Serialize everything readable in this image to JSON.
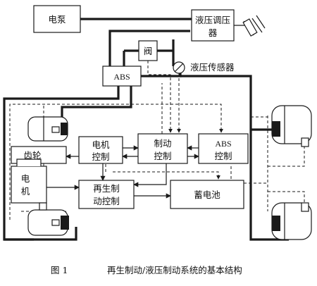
{
  "diagram": {
    "blocks": {
      "pump": "电泵",
      "pressure_regulator_line1": "液压调压",
      "pressure_regulator_line2": "器",
      "valve": "阀",
      "pressure_sensor": "液压传感器",
      "abs": "ABS",
      "gear": "齿轮",
      "motor_line1": "电",
      "motor_line2": "机",
      "motor_control_line1": "电机",
      "motor_control_line2": "控制",
      "brake_control_line1": "制动",
      "brake_control_line2": "控制",
      "abs_control_line1": "ABS",
      "abs_control_line2": "控制",
      "regen_control_line1": "再生制",
      "regen_control_line2": "动控制",
      "battery": "蓄电池"
    },
    "caption": {
      "figure": "图 1",
      "title": "再生制动/液压制动系统的基本结构"
    }
  }
}
